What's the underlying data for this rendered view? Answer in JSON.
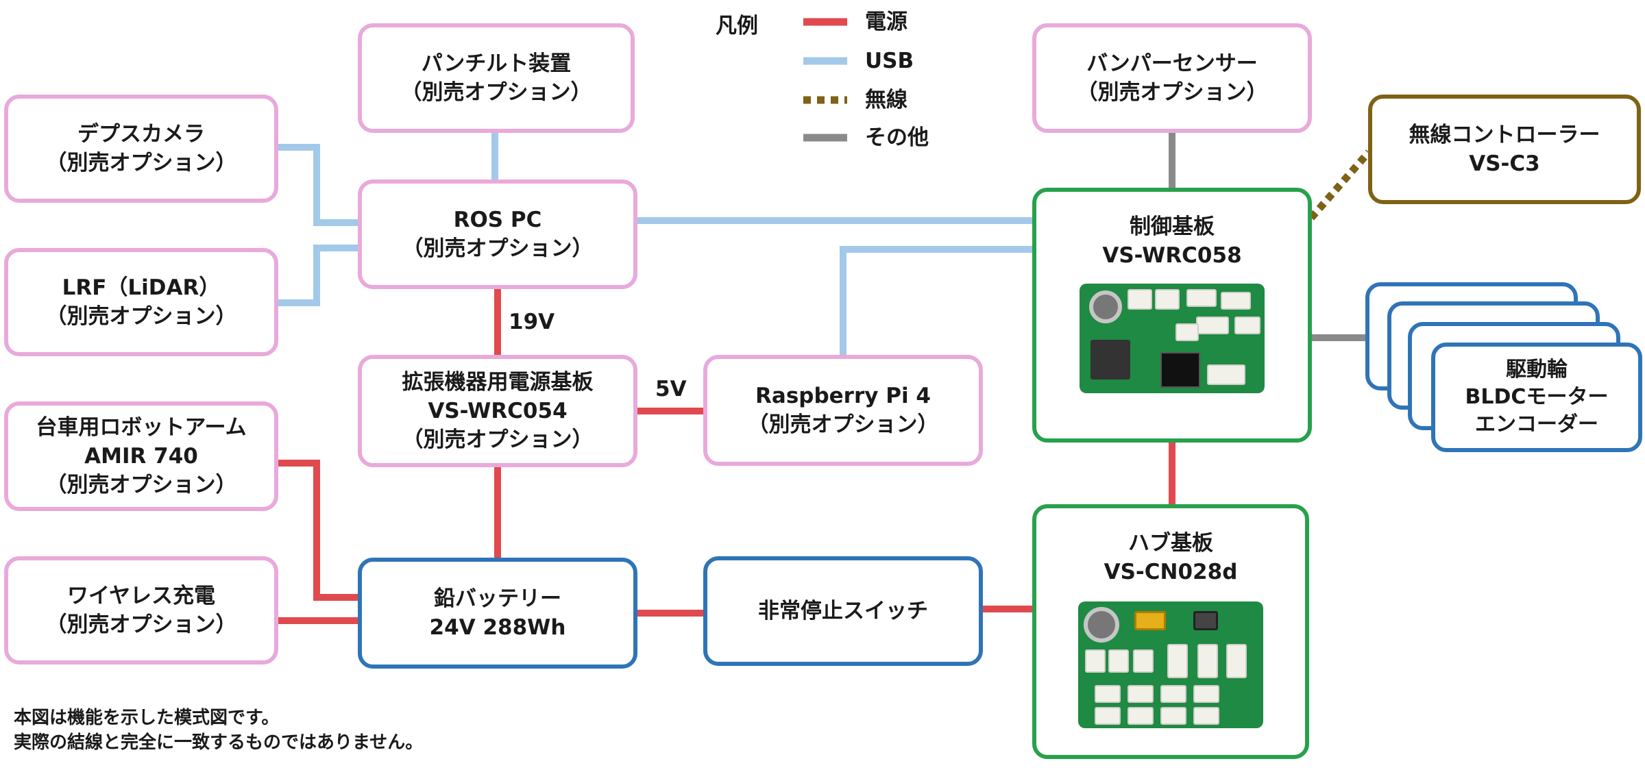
{
  "legend": {
    "title": "凡例",
    "items": [
      {
        "label": "電源",
        "color": "#e04a4e",
        "style": "solid"
      },
      {
        "label": "USB",
        "color": "#a3c9ea",
        "style": "solid"
      },
      {
        "label": "無線",
        "color": "#7e6215",
        "style": "dotted"
      },
      {
        "label": "その他",
        "color": "#8a8a8a",
        "style": "solid"
      }
    ]
  },
  "nodes": {
    "pantilt": {
      "title": "パンチルト装置",
      "sub": "（別売オプション）"
    },
    "depth_camera": {
      "title": "デプスカメラ",
      "sub": "（別売オプション）"
    },
    "ros_pc": {
      "title": "ROS PC",
      "sub": "（別売オプション）"
    },
    "lrf": {
      "title": "LRF（LiDAR）",
      "sub": "（別売オプション）"
    },
    "power_board": {
      "title": "拡張機器用電源基板",
      "model": "VS-WRC054",
      "sub": "（別売オプション）"
    },
    "raspberry_pi": {
      "title": "Raspberry Pi 4",
      "sub": "（別売オプション）"
    },
    "robot_arm": {
      "title": "台車用ロボットアーム",
      "model": "AMIR 740",
      "sub": "（別売オプション）"
    },
    "wireless_charging": {
      "title": "ワイヤレス充電",
      "sub": "（別売オプション）"
    },
    "battery": {
      "title": "鉛バッテリー",
      "sub": "24V 288Wh"
    },
    "emergency_stop": {
      "title": "非常停止スイッチ"
    },
    "bumper_sensor": {
      "title": "バンパーセンサー",
      "sub": "（別売オプション）"
    },
    "wireless_controller": {
      "title": "無線コントローラー",
      "sub": "VS-C3"
    },
    "control_board": {
      "title": "制御基板",
      "sub": "VS-WRC058"
    },
    "motor": {
      "title": "駆動輪",
      "sub": "BLDCモーター",
      "sub2": "エンコーダー"
    },
    "hub_board": {
      "title": "ハブ基板",
      "sub": "VS-CN028d"
    }
  },
  "connection_labels": {
    "v19": "19V",
    "v5": "5V"
  },
  "footnote": {
    "line1": "本図は機能を示した模式図です。",
    "line2": "実際の結線と完全に一致するものではありません。"
  }
}
